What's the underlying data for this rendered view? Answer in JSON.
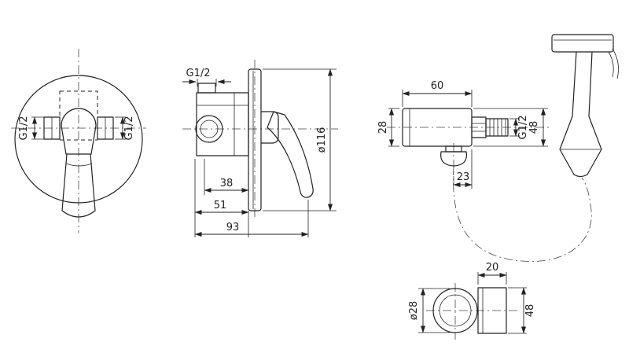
{
  "front_view": {
    "thread_left_label": "G1/2",
    "thread_right_label": "G1/2"
  },
  "side_view": {
    "thread_top_label": "G1/2",
    "dim_depth_inner": "38",
    "dim_depth_mid": "51",
    "dim_depth_total": "93",
    "dim_plate_diameter": "ø116"
  },
  "outlet_view": {
    "dim_width": "60",
    "dim_height_body": "28",
    "thread_label": "G1/2",
    "dim_height_total": "48",
    "dim_offset": "23"
  },
  "bracket_view": {
    "dim_width": "20",
    "dim_diameter": "ø28",
    "dim_height": "48"
  },
  "colors": {
    "line": "#222222",
    "centerline": "#444444",
    "background": "#ffffff"
  }
}
